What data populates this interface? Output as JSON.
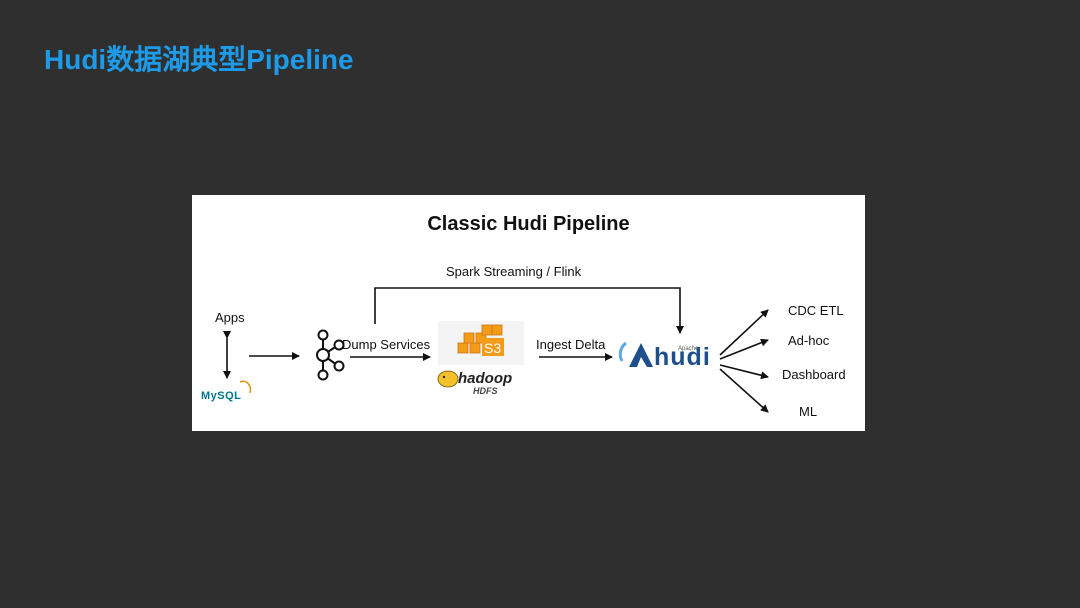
{
  "slide": {
    "title": "Hudi数据湖典型Pipeline"
  },
  "diagram": {
    "title": "Classic Hudi Pipeline",
    "top_label": "Spark Streaming / Flink",
    "apps_label": "Apps",
    "mysql_logo": "MySQL",
    "kafka_icon": "kafka-icon",
    "dump_label": "Dump Services",
    "s3_logo": "S3",
    "hadoop_logo": "hadoop",
    "hdfs_logo": "HDFS",
    "ingest_label": "Ingest Delta",
    "hudi_logo_small": "Apache",
    "hudi_logo": "hudi",
    "outputs": [
      "CDC ETL",
      "Ad-hoc",
      "Dashboard",
      "ML"
    ],
    "colors": {
      "background": "#ffffff",
      "s3_orange": "#f59b1a",
      "hudi_blue": "#1d6fb8",
      "mysql_blue": "#00758f",
      "hadoop_yellow": "#f3c22a"
    }
  }
}
